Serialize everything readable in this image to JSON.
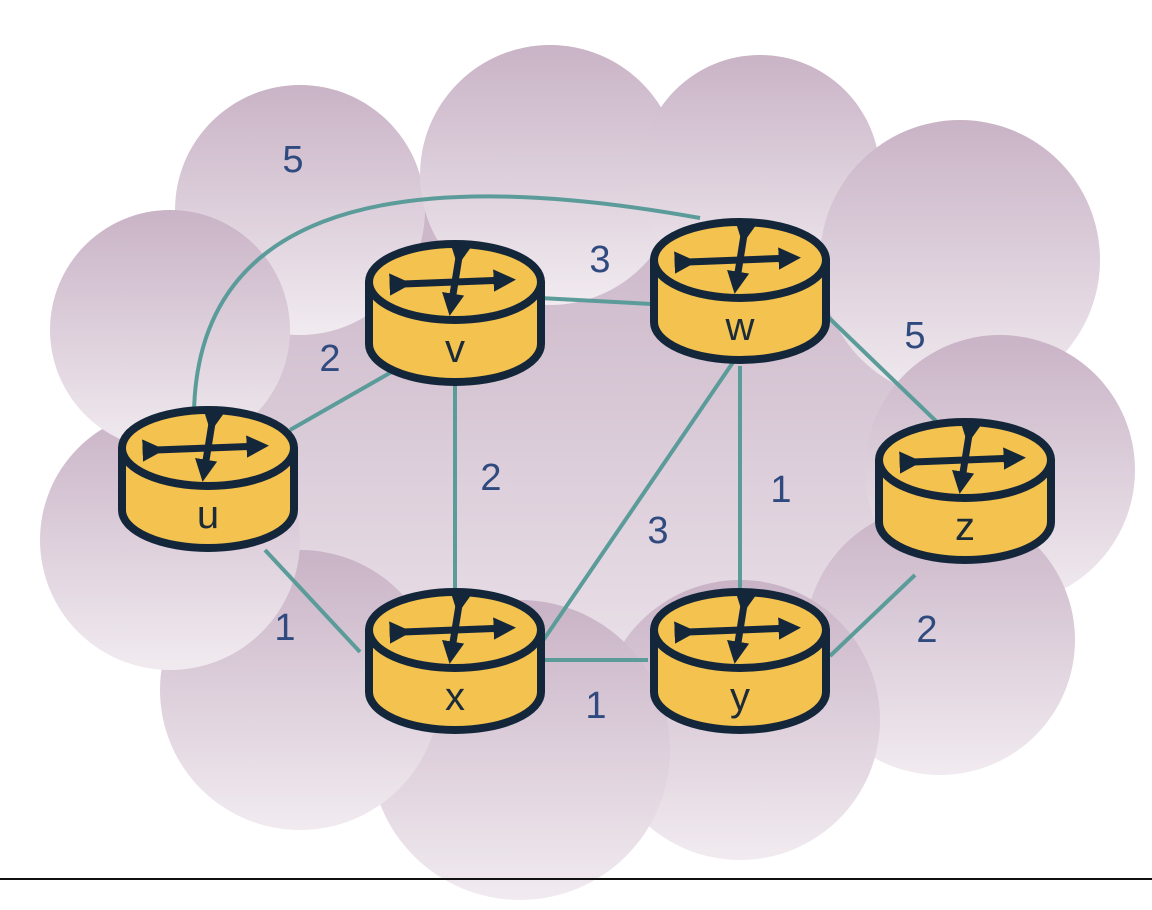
{
  "diagram": {
    "colors": {
      "cloud_top": "#c9b3c6",
      "cloud_bottom": "#f1ebf0",
      "link": "#5b9c9a",
      "router_fill": "#f3c24f",
      "router_stroke": "#14263a",
      "label": "#2f4a7e"
    },
    "routers": [
      {
        "id": "u",
        "label": "u"
      },
      {
        "id": "v",
        "label": "v"
      },
      {
        "id": "w",
        "label": "w"
      },
      {
        "id": "x",
        "label": "x"
      },
      {
        "id": "y",
        "label": "y"
      },
      {
        "id": "z",
        "label": "z"
      }
    ],
    "links": [
      {
        "from": "u",
        "to": "w",
        "cost": "5"
      },
      {
        "from": "u",
        "to": "v",
        "cost": "2"
      },
      {
        "from": "v",
        "to": "w",
        "cost": "3"
      },
      {
        "from": "w",
        "to": "z",
        "cost": "5"
      },
      {
        "from": "v",
        "to": "x",
        "cost": "2"
      },
      {
        "from": "x",
        "to": "w",
        "cost": "3"
      },
      {
        "from": "w",
        "to": "y",
        "cost": "1"
      },
      {
        "from": "u",
        "to": "x",
        "cost": "1"
      },
      {
        "from": "x",
        "to": "y",
        "cost": "1"
      },
      {
        "from": "y",
        "to": "z",
        "cost": "2"
      }
    ]
  }
}
